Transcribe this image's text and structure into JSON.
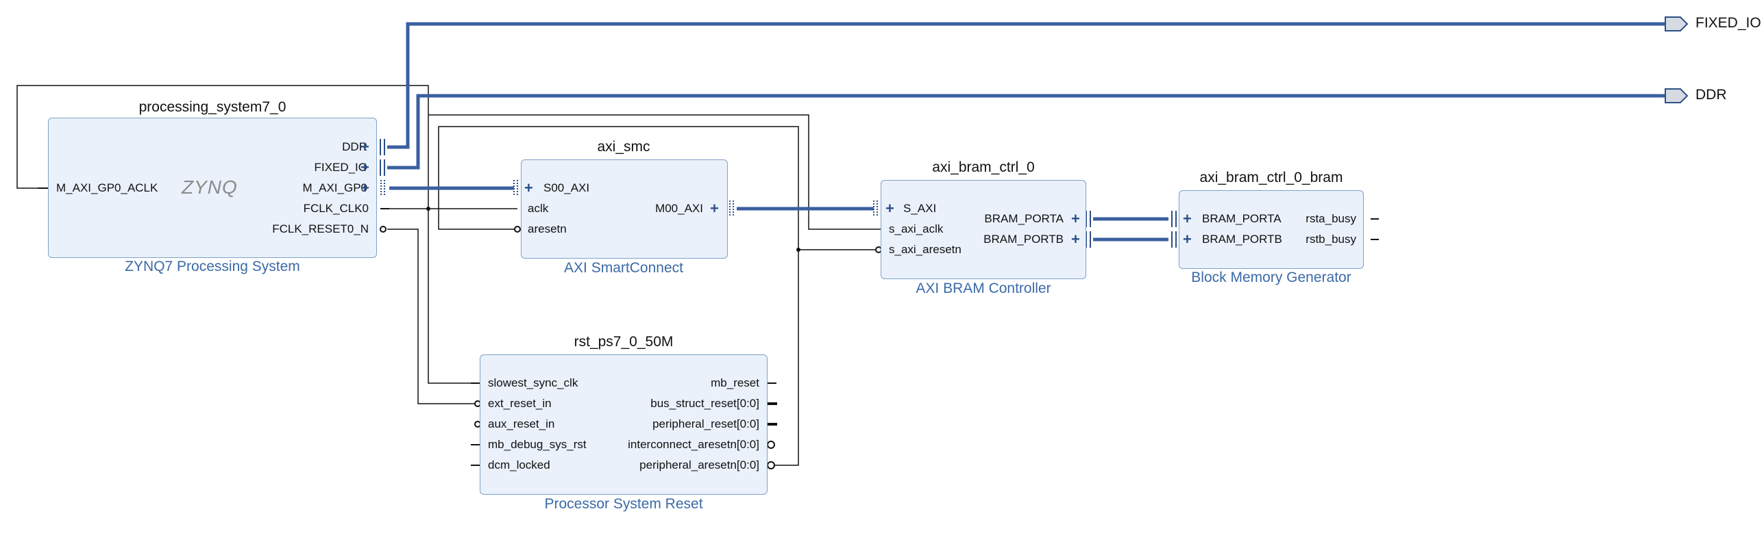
{
  "external_ports": {
    "fixed_io": "FIXED_IO",
    "ddr": "DDR"
  },
  "blocks": {
    "ps7": {
      "name": "processing_system7_0",
      "type": "ZYNQ7 Processing System",
      "logo": "ZYNQ",
      "left_pins": [
        "M_AXI_GP0_ACLK"
      ],
      "right_pins": [
        "DDR",
        "FIXED_IO",
        "M_AXI_GP0",
        "FCLK_CLK0",
        "FCLK_RESET0_N"
      ]
    },
    "smc": {
      "name": "axi_smc",
      "type": "AXI SmartConnect",
      "left_pins": [
        "S00_AXI",
        "aclk",
        "aresetn"
      ],
      "right_pins": [
        "M00_AXI"
      ]
    },
    "bram_ctrl": {
      "name": "axi_bram_ctrl_0",
      "type": "AXI BRAM Controller",
      "left_pins": [
        "S_AXI",
        "s_axi_aclk",
        "s_axi_aresetn"
      ],
      "right_pins": [
        "BRAM_PORTA",
        "BRAM_PORTB"
      ]
    },
    "bram": {
      "name": "axi_bram_ctrl_0_bram",
      "type": "Block Memory Generator",
      "left_pins": [
        "BRAM_PORTA",
        "BRAM_PORTB"
      ],
      "right_pins": [
        "rsta_busy",
        "rstb_busy"
      ]
    },
    "rst": {
      "name": "rst_ps7_0_50M",
      "type": "Processor System Reset",
      "left_pins": [
        "slowest_sync_clk",
        "ext_reset_in",
        "aux_reset_in",
        "mb_debug_sys_rst",
        "dcm_locked"
      ],
      "right_pins": [
        "mb_reset",
        "bus_struct_reset[0:0]",
        "peripheral_reset[0:0]",
        "interconnect_aresetn[0:0]",
        "peripheral_aresetn[0:0]"
      ]
    }
  },
  "colors": {
    "block_fill": "#eaf1fb",
    "block_border": "#7ea1c9",
    "bus_wire": "#3b5fa0",
    "net_wire": "#111111",
    "type_label": "#3b6aa7"
  }
}
